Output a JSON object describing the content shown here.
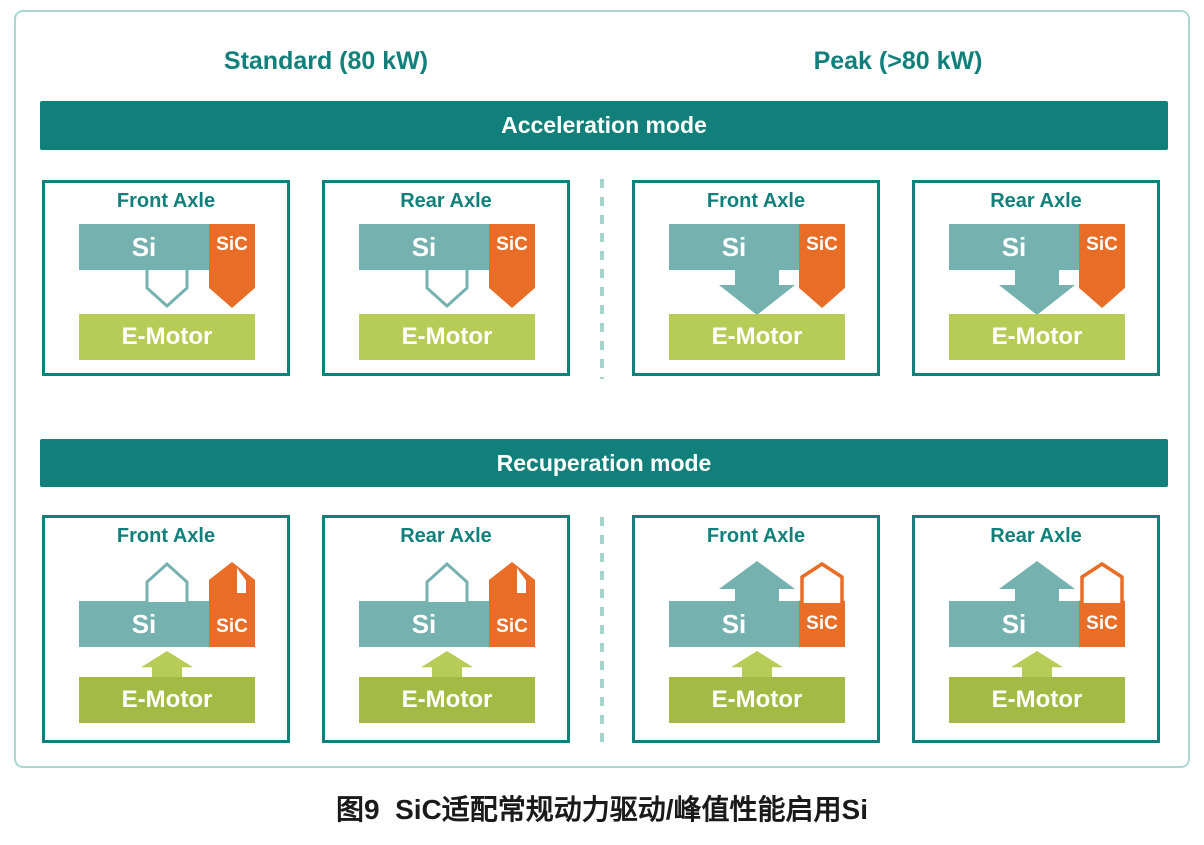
{
  "palette": {
    "teal_dark": "#12807A",
    "teal_si": "#75B1AE",
    "orange_sic": "#E86D26",
    "green_light": "#B7CC56",
    "green_olive": "#A3BA45",
    "frame_border": "#ABD7D0",
    "divider": "#A5D4CD",
    "caption_text": "#1A1A1A",
    "label_text": "#FFFFFF"
  },
  "column_headers": {
    "standard": "Standard (80 kW)",
    "peak": "Peak (>80 kW)"
  },
  "sections": [
    {
      "id": "acceleration",
      "banner": "Acceleration mode",
      "direction": "down",
      "cards": [
        {
          "column": "standard",
          "title": "Front Axle",
          "si_label": "Si",
          "sic_label": "SiC",
          "motor_label": "E-Motor",
          "si_arrow": "hollow",
          "sic_arrow": "solid"
        },
        {
          "column": "standard",
          "title": "Rear Axle",
          "si_label": "Si",
          "sic_label": "SiC",
          "motor_label": "E-Motor",
          "si_arrow": "hollow",
          "sic_arrow": "solid"
        },
        {
          "column": "peak",
          "title": "Front Axle",
          "si_label": "Si",
          "sic_label": "SiC",
          "motor_label": "E-Motor",
          "si_arrow": "solid",
          "sic_arrow": "solid"
        },
        {
          "column": "peak",
          "title": "Rear Axle",
          "si_label": "Si",
          "sic_label": "SiC",
          "motor_label": "E-Motor",
          "si_arrow": "solid",
          "sic_arrow": "solid"
        }
      ]
    },
    {
      "id": "recuperation",
      "banner": "Recuperation mode",
      "direction": "up",
      "cards": [
        {
          "column": "standard",
          "title": "Front Axle",
          "si_label": "Si",
          "sic_label": "SiC",
          "motor_label": "E-Motor",
          "si_arrow": "hollow",
          "sic_arrow": "solid"
        },
        {
          "column": "standard",
          "title": "Rear Axle",
          "si_label": "Si",
          "sic_label": "SiC",
          "motor_label": "E-Motor",
          "si_arrow": "hollow",
          "sic_arrow": "solid"
        },
        {
          "column": "peak",
          "title": "Front Axle",
          "si_label": "Si",
          "sic_label": "SiC",
          "motor_label": "E-Motor",
          "si_arrow": "solid",
          "sic_arrow": "hollow"
        },
        {
          "column": "peak",
          "title": "Rear Axle",
          "si_label": "Si",
          "sic_label": "SiC",
          "motor_label": "E-Motor",
          "si_arrow": "solid",
          "sic_arrow": "hollow"
        }
      ]
    }
  ],
  "caption": "图9  SiC适配常规动力驱动/峰值性能启用Si"
}
